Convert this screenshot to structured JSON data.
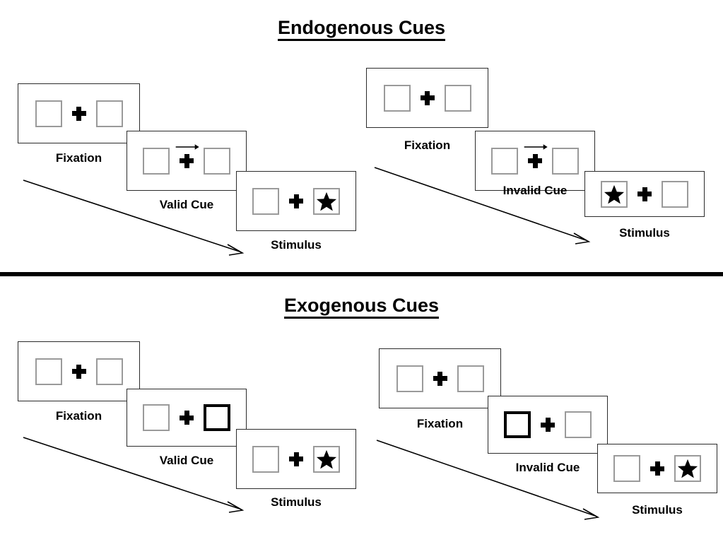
{
  "figure": {
    "title_top": "Endogenous Cues",
    "title_bottom": "Exogenous Cues"
  },
  "sections": [
    {
      "name": "endogenous",
      "title": "Endogenous Cues",
      "sequences": [
        {
          "name": "endogenous-valid",
          "panels": [
            {
              "label": "Fixation",
              "cue": "none",
              "cue_side": "none",
              "stimulus_side": "none"
            },
            {
              "label": "Valid Cue",
              "cue": "arrow-right",
              "cue_side": "right",
              "stimulus_side": "none"
            },
            {
              "label": "Stimulus",
              "cue": "none",
              "cue_side": "none",
              "stimulus_side": "right"
            }
          ]
        },
        {
          "name": "endogenous-invalid",
          "panels": [
            {
              "label": "Fixation",
              "cue": "none",
              "cue_side": "none",
              "stimulus_side": "none"
            },
            {
              "label": "Invalid Cue",
              "cue": "arrow-right",
              "cue_side": "right",
              "stimulus_side": "none"
            },
            {
              "label": "Stimulus",
              "cue": "none",
              "cue_side": "none",
              "stimulus_side": "left"
            }
          ]
        }
      ]
    },
    {
      "name": "exogenous",
      "title": "Exogenous Cues",
      "sequences": [
        {
          "name": "exogenous-valid",
          "panels": [
            {
              "label": "Fixation",
              "cue": "none",
              "cue_side": "none",
              "stimulus_side": "none"
            },
            {
              "label": "Valid Cue",
              "cue": "thick-box",
              "cue_side": "right",
              "stimulus_side": "none"
            },
            {
              "label": "Stimulus",
              "cue": "none",
              "cue_side": "none",
              "stimulus_side": "right"
            }
          ]
        },
        {
          "name": "exogenous-invalid",
          "panels": [
            {
              "label": "Fixation",
              "cue": "none",
              "cue_side": "none",
              "stimulus_side": "none"
            },
            {
              "label": "Invalid Cue",
              "cue": "thick-box",
              "cue_side": "left",
              "stimulus_side": "none"
            },
            {
              "label": "Stimulus",
              "cue": "none",
              "cue_side": "none",
              "stimulus_side": "right"
            }
          ]
        }
      ]
    }
  ],
  "labels": {
    "fixation": "Fixation",
    "valid_cue": "Valid Cue",
    "invalid_cue": "Invalid Cue",
    "stimulus": "Stimulus"
  },
  "colors": {
    "panel_border": "#2b2b2b",
    "box_border": "#9a9a9a",
    "cue_box_border": "#000000",
    "ink": "#000000",
    "background": "#ffffff"
  },
  "icons": {
    "fixation_cross": "plus-icon",
    "cue_arrow": "arrow-right-icon",
    "target": "star-icon",
    "timeline": "timeline-arrow-icon"
  }
}
